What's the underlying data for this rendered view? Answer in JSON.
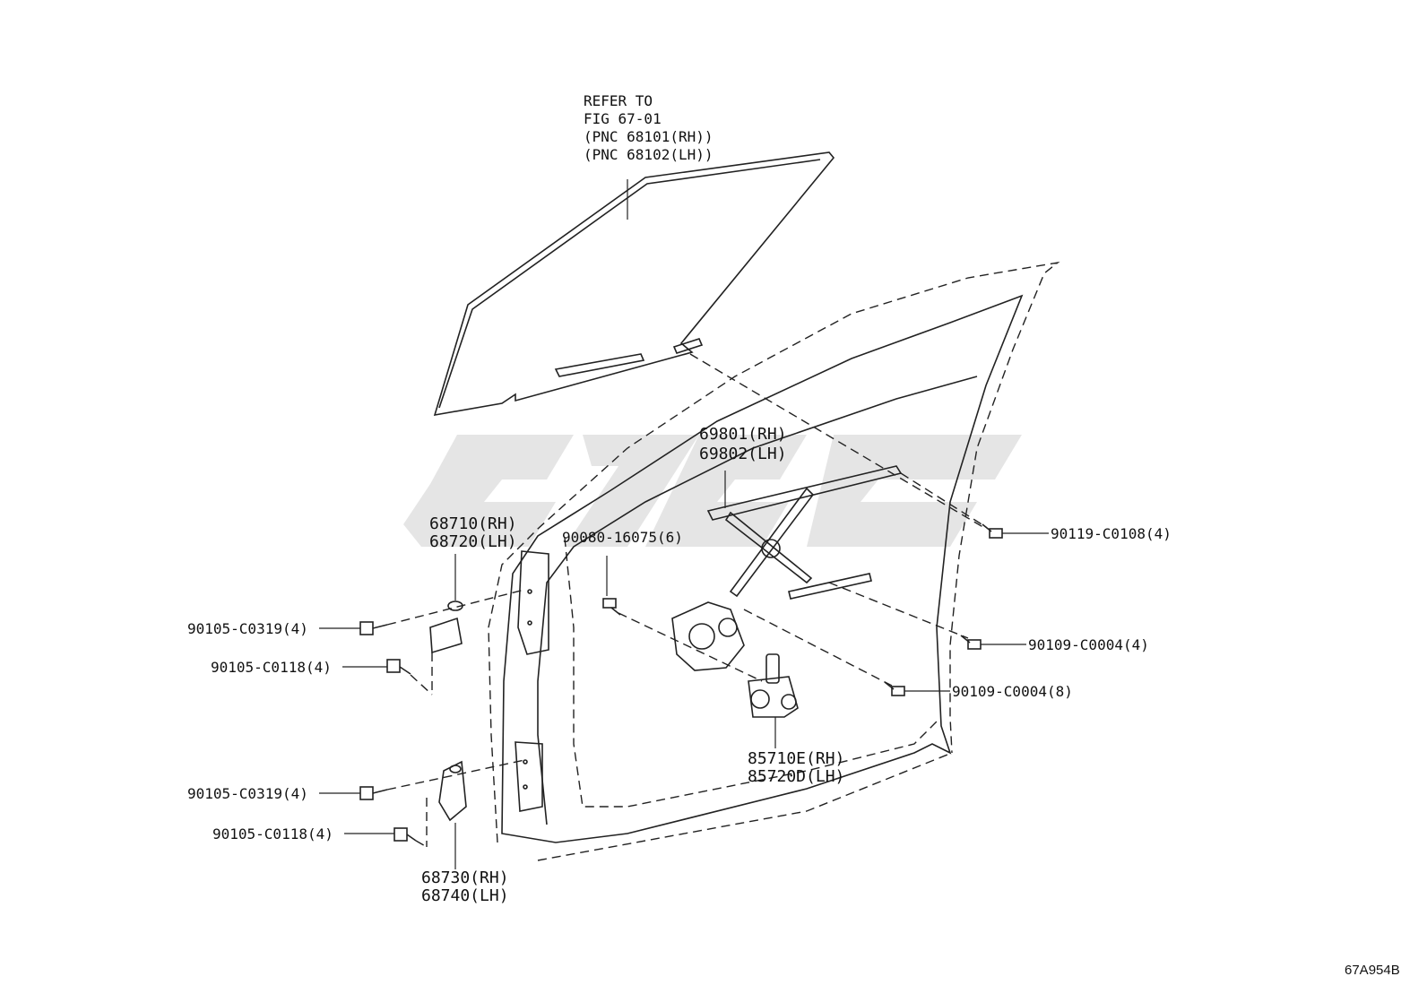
{
  "diagram": {
    "glass_reference": [
      "REFER TO",
      "FIG 67-01",
      "(PNC 68101(RH))",
      "(PNC 68102(LH))"
    ],
    "regulator": [
      "69801(RH)",
      "69802(LH)"
    ],
    "upper_hinge": [
      "68710(RH)",
      "68720(LH)"
    ],
    "lower_hinge": [
      "68730(RH)",
      "68740(LH)"
    ],
    "motor": [
      "85710E(RH)",
      "85720D(LH)"
    ],
    "bolt_90080": "90080-16075(6)",
    "bolt_90119": "90119-C0108(4)",
    "bolt_90109_a": "90109-C0004(4)",
    "bolt_90109_b": "90109-C0004(8)",
    "bolt_c0319_upper": "90105-C0319(4)",
    "bolt_c0118_upper": "90105-C0118(4)",
    "bolt_c0319_lower": "90105-C0319(4)",
    "bolt_c0118_lower": "90105-C0118(4)",
    "figure_code": "67A954B"
  }
}
